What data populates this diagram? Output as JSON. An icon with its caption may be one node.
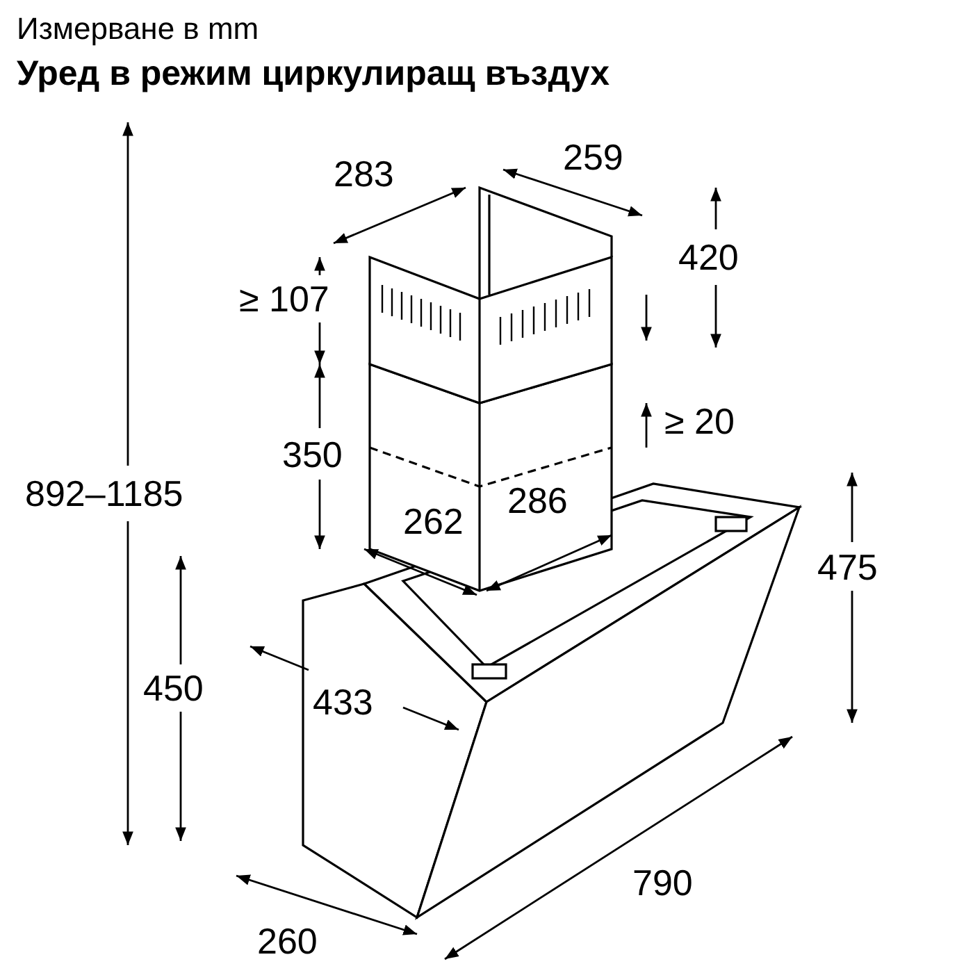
{
  "diagram": {
    "title": "Уред в режим циркулиращ въздух",
    "labels": [
      "Измерване в mm",
      "283",
      "259",
      "≥ 107",
      "420",
      "≥ 20",
      "350",
      "286",
      "262",
      "892–1185",
      "475",
      "450",
      "433",
      "790",
      "260"
    ]
  }
}
